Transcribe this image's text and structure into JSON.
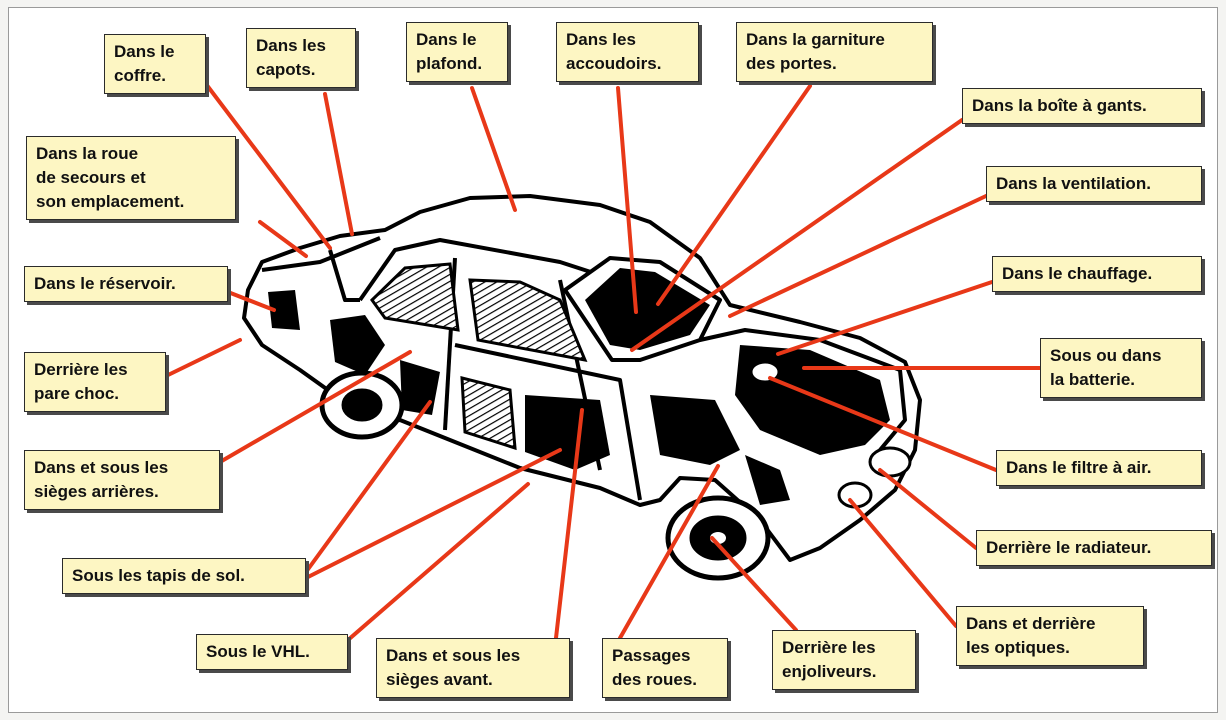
{
  "colors": {
    "label_bg": "#fdf6c3",
    "label_border": "#2b2b2b",
    "arrow": "#e83818",
    "ink": "#000000"
  },
  "labels": {
    "coffre": "Dans le\ncoffre.",
    "capots": "Dans les\ncapots.",
    "plafond": "Dans le\nplafond.",
    "accoudoirs": "Dans les\naccoudoirs.",
    "garniture": "Dans la garniture\ndes portes.",
    "boite_gants": "Dans la boîte à gants.",
    "roue_secours": "Dans la roue\nde secours et\nson emplacement.",
    "ventilation": "Dans la ventilation.",
    "reservoir": "Dans le réservoir.",
    "chauffage": "Dans le chauffage.",
    "pare_choc": "Derrière les\npare choc.",
    "batterie": "Sous ou dans\nla batterie.",
    "sieges_arrieres": "Dans et sous les\nsièges arrières.",
    "filtre_air": "Dans le filtre à air.",
    "radiateur": "Derrière le radiateur.",
    "tapis": "Sous les tapis de sol.",
    "optiques": "Dans et derrière\nles optiques.",
    "vhl": "Sous le VHL.",
    "sieges_avant": "Dans et sous les\nsièges avant.",
    "roues": "Passages\ndes roues.",
    "enjoliveurs": "Derrière les\nenjoliveurs."
  }
}
